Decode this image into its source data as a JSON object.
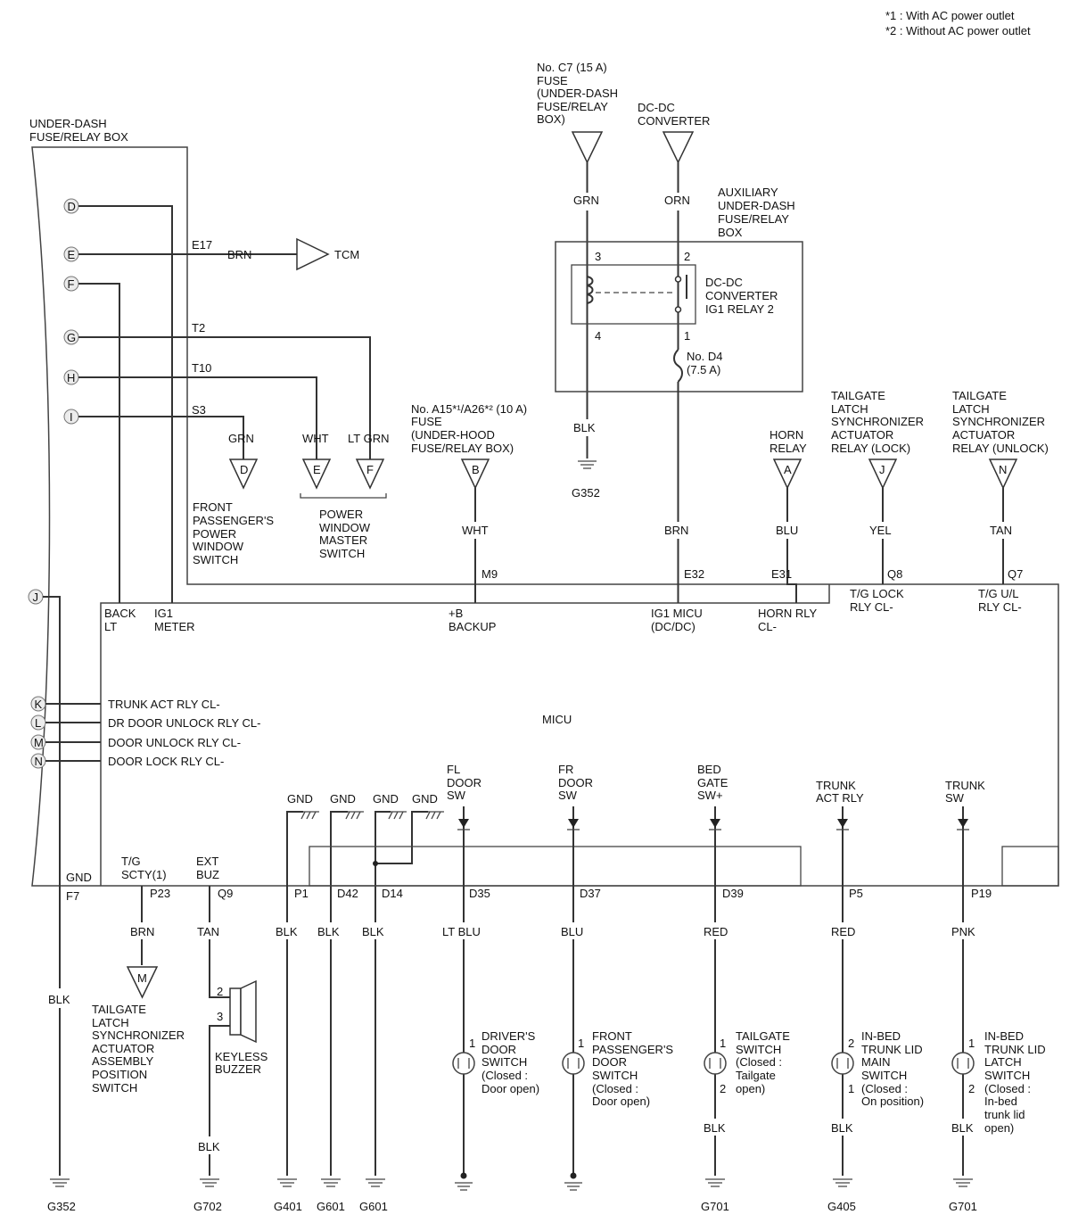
{
  "notes": {
    "note1": "*1 : With AC power outlet",
    "note2": "*2 : Without AC power outlet"
  },
  "under_dash_box": {
    "label_line1": "UNDER-DASH",
    "label_line2": "FUSE/RELAY BOX",
    "pins": [
      "D",
      "E",
      "F",
      "G",
      "H",
      "I",
      "J",
      "K",
      "L",
      "M",
      "N"
    ]
  },
  "wires_left": {
    "e17": "E17",
    "brn": "BRN",
    "tcm": "TCM",
    "t2": "T2",
    "t10": "T10",
    "s3": "S3",
    "grn": "GRN",
    "wht": "WHT",
    "lt_grn": "LT GRN",
    "conn_d": "D",
    "conn_e": "E",
    "conn_f": "F",
    "front_pass_sw": [
      "FRONT",
      "PASSENGER'S",
      "POWER",
      "WINDOW",
      "SWITCH"
    ],
    "pw_master_sw": [
      "POWER",
      "WINDOW",
      "MASTER",
      "SWITCH"
    ]
  },
  "fuse_c7": {
    "lines": [
      "No. C7 (15 A)",
      "FUSE",
      "(UNDER-DASH",
      "FUSE/RELAY",
      "BOX)"
    ],
    "wire": "GRN"
  },
  "dcdc_conv": {
    "lines": [
      "DC-DC",
      "CONVERTER"
    ],
    "wire": "ORN"
  },
  "aux_box": {
    "lines": [
      "AUXILIARY",
      "UNDER-DASH",
      "FUSE/RELAY",
      "BOX"
    ],
    "relay_lines": [
      "DC-DC",
      "CONVERTER",
      "IG1 RELAY 2"
    ],
    "pin3": "3",
    "pin2": "2",
    "pin4": "4",
    "pin1": "1",
    "fuse_d4_line1": "No. D4",
    "fuse_d4_line2": "(7.5 A)",
    "blk": "BLK",
    "ground": "G352"
  },
  "fuse_a15": {
    "lines": [
      "No. A15*¹/A26*² (10 A)",
      "FUSE",
      "(UNDER-HOOD",
      "FUSE/RELAY BOX)"
    ],
    "conn": "B",
    "wire": "WHT",
    "pin": "M9",
    "func_line1": "+B",
    "func_line2": "BACKUP"
  },
  "brn_e32": {
    "wire": "BRN",
    "pin": "E32",
    "func_line1": "IG1 MICU",
    "func_line2": "(DC/DC)"
  },
  "horn": {
    "lines": [
      "HORN",
      "RELAY"
    ],
    "conn": "A",
    "wire": "BLU",
    "pin": "E31",
    "func_line1": "HORN RLY",
    "func_line2": "CL-"
  },
  "tg_lock": {
    "lines": [
      "TAILGATE",
      "LATCH",
      "SYNCHRONIZER",
      "ACTUATOR",
      "RELAY (LOCK)"
    ],
    "conn": "J",
    "wire": "YEL",
    "pin": "Q8",
    "func_line1": "T/G LOCK",
    "func_line2": "RLY CL-"
  },
  "tg_unlock": {
    "lines": [
      "TAILGATE",
      "LATCH",
      "SYNCHRONIZER",
      "ACTUATOR",
      "RELAY (UNLOCK)"
    ],
    "conn": "N",
    "wire": "TAN",
    "pin": "Q7",
    "func_line1": "T/G U/L",
    "func_line2": "RLY CL-"
  },
  "micu": {
    "label": "MICU",
    "back_lt_1": "BACK",
    "back_lt_2": "LT",
    "ig1_meter_1": "IG1",
    "ig1_meter_2": "METER",
    "left_signals": [
      "TRUNK ACT RLY CL-",
      "DR DOOR UNLOCK RLY CL-",
      "DOOR UNLOCK RLY CL-",
      "DOOR LOCK RLY CL-"
    ],
    "gnd_labels": [
      "GND",
      "GND",
      "GND",
      "GND"
    ]
  },
  "bottom": {
    "gnd_f7_label": "GND",
    "gnd_f7_pin": "F7",
    "gnd_f7_wire": "BLK",
    "gnd_f7_ground": "G352",
    "tg_scty_1": "T/G",
    "tg_scty_2": "SCTY(1)",
    "tg_scty_pin": "P23",
    "tg_scty_wire": "BRN",
    "tg_scty_conn": "M",
    "tg_pos_sw": [
      "TAILGATE",
      "LATCH",
      "SYNCHRONIZER",
      "ACTUATOR",
      "ASSEMBLY",
      "POSITION",
      "SWITCH"
    ],
    "ext_buz_1": "EXT",
    "ext_buz_2": "BUZ",
    "ext_buz_pin": "Q9",
    "ext_buz_wire": "TAN",
    "buzzer_pin2": "2",
    "buzzer_pin3": "3",
    "buzzer_name": [
      "KEYLESS",
      "BUZZER"
    ],
    "buzzer_blk": "BLK",
    "buzzer_ground": "G702",
    "p1": "P1",
    "d42": "D42",
    "d14": "D14",
    "p1_wire": "BLK",
    "d42_wire": "BLK",
    "d14_wire": "BLK",
    "g401": "G401",
    "g601a": "G601",
    "g601b": "G601",
    "fl_door": {
      "sig": [
        "FL",
        "DOOR",
        "SW"
      ],
      "pin": "D35",
      "wire": "LT BLU",
      "sw_pin": "1",
      "name": [
        "DRIVER'S",
        "DOOR",
        "SWITCH",
        "(Closed :",
        "Door open)"
      ]
    },
    "fr_door": {
      "sig": [
        "FR",
        "DOOR",
        "SW"
      ],
      "pin": "D37",
      "wire": "BLU",
      "sw_pin": "1",
      "name": [
        "FRONT",
        "PASSENGER'S",
        "DOOR",
        "SWITCH",
        "(Closed :",
        "Door open)"
      ]
    },
    "bed_gate": {
      "sig": [
        "BED",
        "GATE",
        "SW+"
      ],
      "pin": "D39",
      "wire": "RED",
      "sw_pin_top": "1",
      "sw_pin_bot": "2",
      "name": [
        "TAILGATE",
        "SWITCH",
        "(Closed :",
        "Tailgate",
        "open)"
      ],
      "blk": "BLK",
      "ground": "G701"
    },
    "trunk_act": {
      "sig": [
        "TRUNK",
        "ACT RLY"
      ],
      "pin": "P5",
      "wire": "RED",
      "sw_pin_top": "2",
      "sw_pin_bot": "1",
      "name": [
        "IN-BED",
        "TRUNK LID",
        "MAIN",
        "SWITCH",
        "(Closed :",
        "On position)"
      ],
      "blk": "BLK",
      "ground": "G405"
    },
    "trunk_sw": {
      "sig": [
        "TRUNK",
        "SW"
      ],
      "pin": "P19",
      "wire": "PNK",
      "sw_pin_top": "1",
      "sw_pin_bot": "2",
      "name": [
        "IN-BED",
        "TRUNK LID",
        "LATCH",
        "SWITCH",
        "(Closed :",
        "In-bed",
        "trunk lid",
        "open)"
      ],
      "blk": "BLK",
      "ground": "G701"
    }
  }
}
